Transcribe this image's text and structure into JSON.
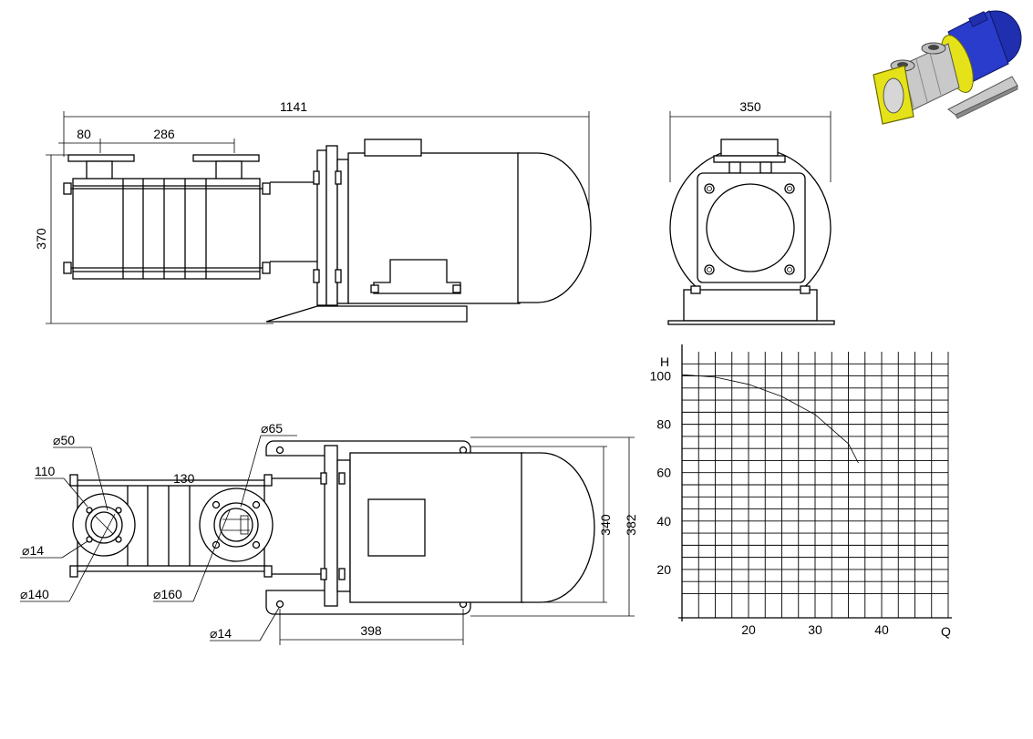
{
  "dimensions": {
    "length_overall": "1141",
    "inlet_offset": "80",
    "port_spacing": "286",
    "height": "370",
    "end_width": "350",
    "flange_dn1": "50",
    "flange_bolt_circle1": "110",
    "flange_spacing_top": "130",
    "flange_dn2": "65",
    "bolt_hole_flange": "14",
    "flange_outer1": "140",
    "flange_outer2": "160",
    "base_hole": "14",
    "base_length": "398",
    "base_width_inner": "340",
    "base_width_outer": "382",
    "diameter_symbol": "⌀"
  },
  "chart_data": {
    "type": "line",
    "xlabel": "Q",
    "ylabel": "H",
    "x_ticks": [
      20,
      30,
      40
    ],
    "y_ticks": [
      20,
      40,
      60,
      80,
      100
    ],
    "xlim": [
      10,
      50
    ],
    "ylim": [
      0,
      110
    ],
    "grid": true,
    "series": [
      {
        "x": [
          10,
          15,
          20,
          25,
          30,
          35,
          36.5
        ],
        "y": [
          100.5,
          99.5,
          96.5,
          91.5,
          84,
          72,
          64
        ]
      }
    ]
  },
  "colors": {
    "line": "#000000",
    "motor_blue": "#1f2fb0",
    "casing_yellow": "#e5e21a",
    "steel": "#c9c9c9"
  }
}
